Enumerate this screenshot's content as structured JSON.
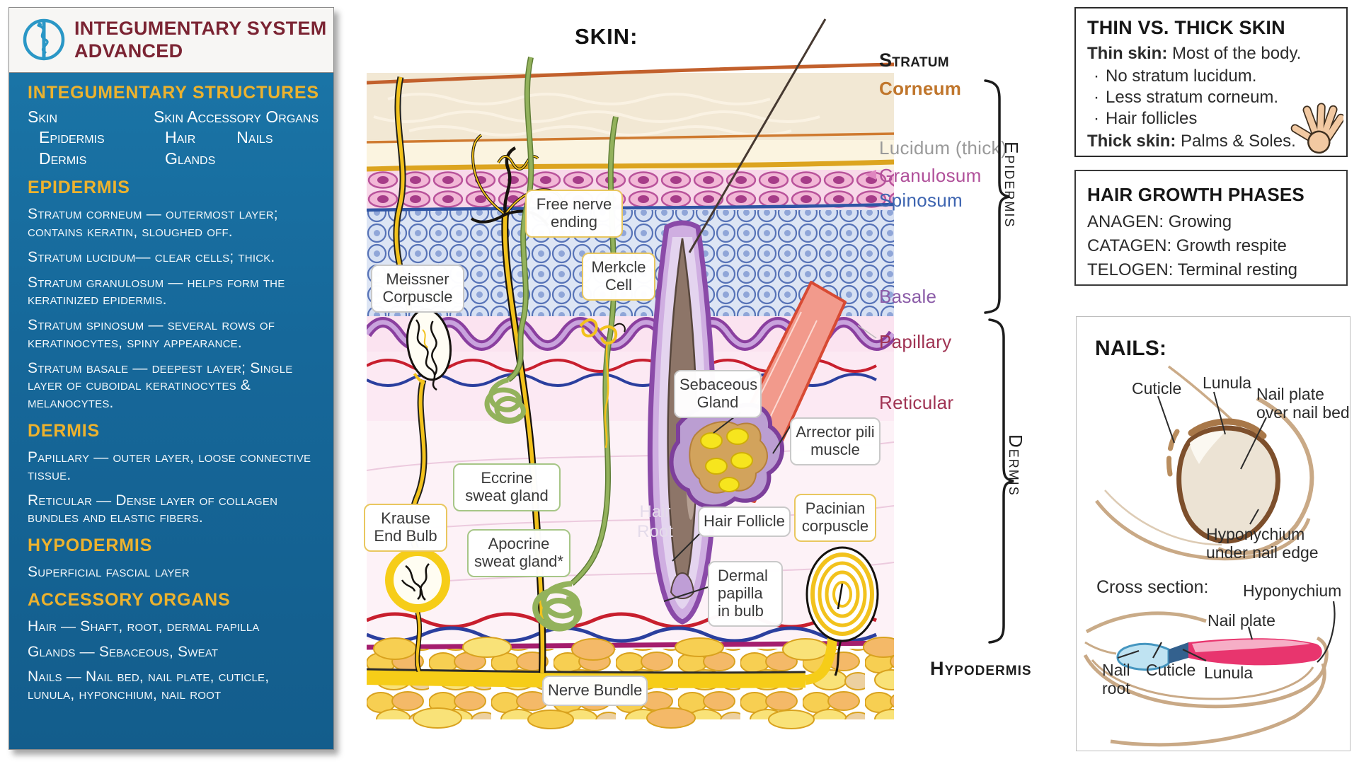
{
  "colors": {
    "sidebar_blue": "#17699b",
    "heading_yellow": "#ecb22e",
    "title_maroon": "#7b2433",
    "logo_teal": "#2a97c6",
    "corneum_label": "#c0762c",
    "lucidum_label": "#9a9a9a",
    "granulosum_label": "#b0509a",
    "spinosum_label": "#3d64b0",
    "basale_label": "#8b5ca8",
    "dermis_label_red": "#a03353",
    "nail_plate_pink": "#e8356e",
    "nail_root_blue": "#bfe3f2"
  },
  "icons": {
    "sidebar_logo": "staff-of-asclepius-icon",
    "hand": "open-hand-icon"
  },
  "sidebar": {
    "title_line1": "INTEGUMENTARY SYSTEM",
    "title_line2": "ADVANCED",
    "structures_heading": "INTEGUMENTARY STRUCTURES",
    "col1": {
      "row1": "Skin",
      "row2": "Epidermis",
      "row3": "Dermis"
    },
    "col2": {
      "row1": "Skin Accessory Organs",
      "row2a": "Hair",
      "row2b": "Nails",
      "row3": "Glands"
    },
    "sections": [
      {
        "heading": "EPIDERMIS",
        "items": [
          "Stratum corneum — outermost layer; contains keratin, sloughed off.",
          "Stratum lucidum— clear cells; thick.",
          "Stratum granulosum — helps form the keratinized epidermis.",
          "Stratum spinosum — several rows of keratinocytes, spiny appearance.",
          "Stratum basale — deepest layer; Single layer of cuboidal keratinocytes & melanocytes."
        ]
      },
      {
        "heading": "DERMIS",
        "items": [
          "Papillary — outer layer, loose connective tissue.",
          "Reticular — Dense layer of collagen bundles and elastic fibers."
        ]
      },
      {
        "heading": "HYPODERMIS",
        "items": [
          "Superficial fascial layer"
        ]
      },
      {
        "heading": "ACCESSORY ORGANS",
        "items": [
          "Hair — Shaft, root, dermal papilla",
          "Glands — Sebaceous, Sweat",
          "Nails — Nail bed, nail plate, cuticle, lunula, hyponchium, nail root"
        ]
      }
    ]
  },
  "diagram": {
    "title": "SKIN:",
    "callouts": {
      "free_nerve": "Free nerve ending",
      "merkcle": "Merkcle Cell",
      "meissner": "Meissner Corpuscle",
      "sebaceous": "Sebaceous Gland",
      "arrector": "Arrector pili muscle",
      "eccrine": "Eccrine sweat gland",
      "krause": "Krause End Bulb",
      "apocrine": "Apocrine sweat gland*",
      "hair_root": "Hair Root",
      "hair_follicle": "Hair Follicle",
      "pacinian": "Pacinian corpuscle",
      "dermal_papilla": "Dermal papilla in bulb",
      "nerve_bundle": "Nerve Bundle"
    },
    "layer_labels": {
      "stratum": "Stratum",
      "corneum": "Corneum",
      "lucidum": "Lucidum (thick)",
      "granulosum": "Granulosum",
      "spinosum": "Spinosum",
      "basale": "Basale",
      "papillary": "Papillary",
      "reticular": "Reticular",
      "hypodermis": "Hypodermis"
    },
    "braces": {
      "epidermis": "Epidermis",
      "dermis": "Dermis"
    }
  },
  "thin_thick_box": {
    "title": "THIN VS. THICK SKIN",
    "thin_label": "Thin skin:",
    "thin_text": " Most of the body.",
    "bullet_char": "·",
    "bullets": [
      "No stratum lucidum.",
      "Less stratum corneum.",
      "Hair follicles"
    ],
    "thick_label": "Thick skin:",
    "thick_text": " Palms & Soles."
  },
  "hair_growth_box": {
    "title": "HAIR GROWTH PHASES",
    "phases": [
      "ANAGEN: Growing",
      "CATAGEN: Growth respite",
      "TELOGEN: Terminal resting"
    ]
  },
  "nails_box": {
    "title": "NAILS:",
    "fingertip": {
      "cuticle": "Cuticle",
      "lunula": "Lunula",
      "nail_plate": "Nail plate over nail bed",
      "hyponychium": "Hyponychium under nail edge"
    },
    "cross_title": "Cross section:",
    "cross": {
      "hyponychium": "Hyponychium",
      "nail_plate": "Nail plate",
      "nail_root": "Nail root",
      "cuticle": "Cuticle",
      "lunula": "Lunula"
    }
  }
}
